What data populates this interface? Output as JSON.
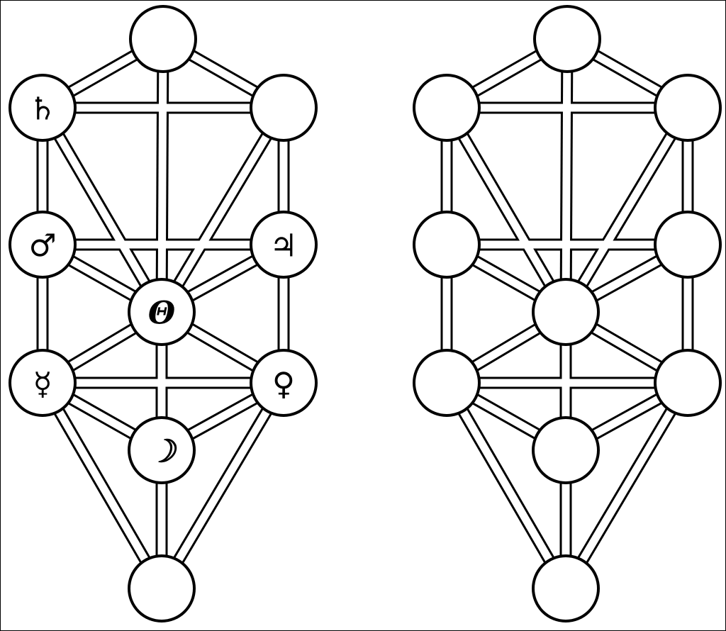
{
  "figures": [
    {
      "name": "tree-with-planets",
      "planet_symbols": {
        "saturn": "♄",
        "jupiter": "♃",
        "mars": "♂",
        "sun": "Θ",
        "venus": "♀",
        "mercury": "☿",
        "moon": "☽"
      }
    },
    {
      "name": "tree-with-star"
    }
  ],
  "colors": {
    "ink": "#000000",
    "paper": "#ffffff"
  }
}
